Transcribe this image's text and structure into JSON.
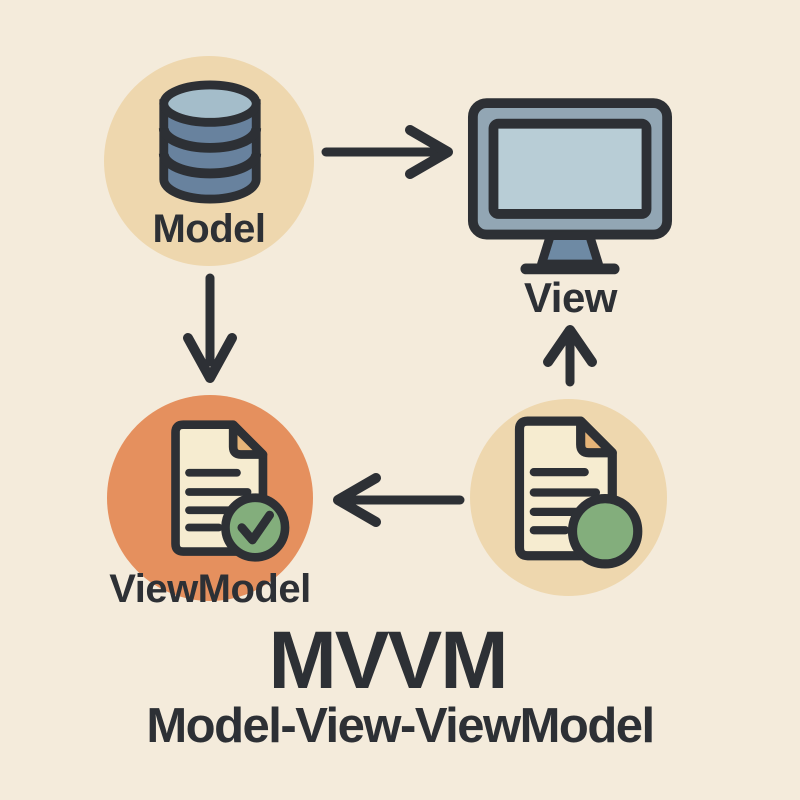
{
  "diagram": {
    "title": "MVVM",
    "subtitle": "Model-View-ViewModel",
    "nodes": {
      "model": {
        "label": "Model",
        "icon": "database-icon"
      },
      "view": {
        "label": "View",
        "icon": "monitor-icon"
      },
      "viewmodel": {
        "label": "ViewModel",
        "icon": "document-check-icon"
      },
      "binder": {
        "label": "",
        "icon": "document-status-icon"
      }
    },
    "arrows": [
      {
        "name": "model-to-view",
        "direction": "right"
      },
      {
        "name": "model-to-viewmodel",
        "direction": "down"
      },
      {
        "name": "binder-to-viewmodel",
        "direction": "left"
      },
      {
        "name": "binder-to-view",
        "direction": "up"
      }
    ],
    "colors": {
      "background": "#f4ebdb",
      "circle_tan": "#eed7ae",
      "circle_orange": "#e5905e",
      "outline_dark": "#2d3035",
      "db_top": "#a4bdca",
      "db_body": "#68829e",
      "monitor_frame": "#92a6b4",
      "monitor_screen": "#b8cdd6",
      "monitor_stand": "#6e8aa4",
      "doc_fill": "#f6ecd0",
      "doc_fold": "#e6b478",
      "badge_green": "#83ae7c",
      "text_dark": "#2d3035"
    }
  }
}
